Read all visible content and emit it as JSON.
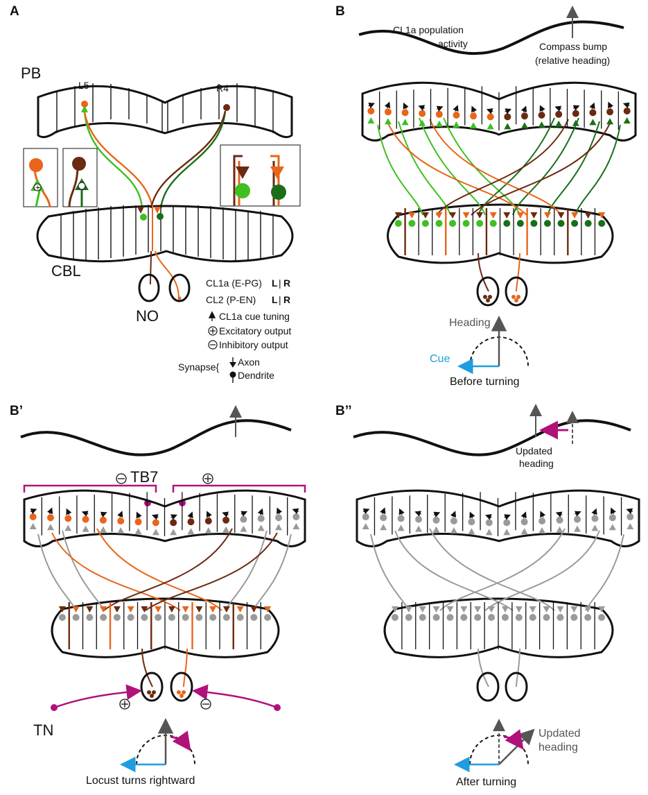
{
  "panels": {
    "A": {
      "letter": "A",
      "pb": "PB",
      "l5": "L5",
      "r4": "R4",
      "cbl": "CBL",
      "no": "NO"
    },
    "B": {
      "letter": "B",
      "pop_line1": "CL1a population",
      "pop_line2": "activity",
      "bump_line1": "Compass bump",
      "bump_line2": "(relative heading)",
      "heading": "Heading",
      "cue": "Cue",
      "caption": "Before turning"
    },
    "B1": {
      "letter": "B’",
      "tb7": "TB7",
      "tn": "TN",
      "caption": "Locust turns rightward"
    },
    "B2": {
      "letter": "B’’",
      "upd_line1": "Updated",
      "upd_line2": "heading",
      "upd2_line1": "Updated",
      "upd2_line2": "heading",
      "caption": "After turning"
    }
  },
  "legend": {
    "row1_name": "CL1a (E-PG)",
    "row1_L": "L",
    "row1_sep": "|",
    "row1_R": "R",
    "row2_name": "CL2   (P-EN)",
    "row2_L": "L",
    "row2_sep": "|",
    "row2_R": "R",
    "tuning": "CL1a cue tuning",
    "excitatory": "Excitatory output",
    "inhibitory": "Inhibitory output",
    "synapse": "Synapse{",
    "axon": "Axon",
    "dendrite": "Dendrite"
  },
  "colors": {
    "cl1a_L": "#3fbf22",
    "cl1a_R": "#1a6e1a",
    "cl2_L": "#e8651a",
    "cl2_R": "#6b2a10",
    "cue": "#1f9de0",
    "tb7_tn": "#b0127a",
    "inactive": "#9a9a9a"
  }
}
